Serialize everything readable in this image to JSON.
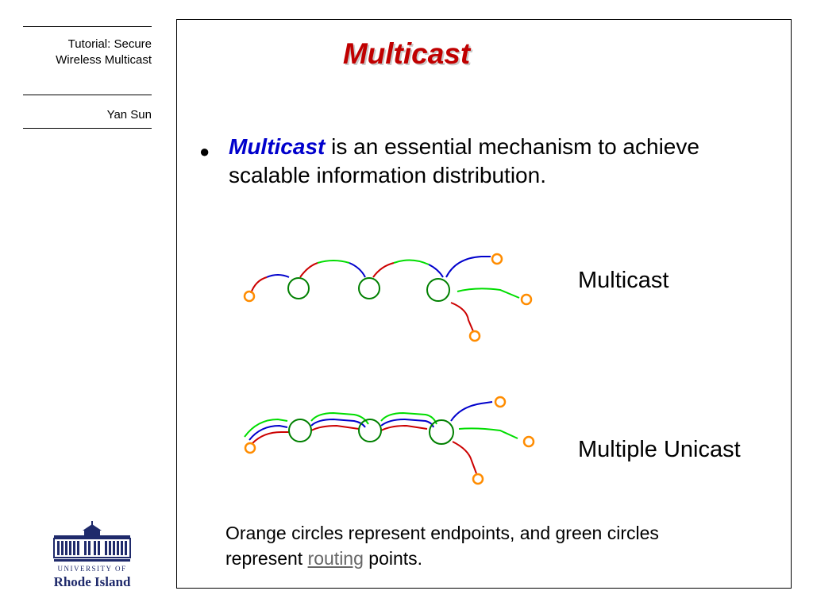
{
  "sidebar": {
    "title_line1": "Tutorial: Secure",
    "title_line2": "Wireless Multicast",
    "author": "Yan Sun",
    "logo": {
      "icon": "university-building-logo-icon",
      "line1": "UNIVERSITY OF",
      "line2": "Rhode Island",
      "color": "#1f2a6b"
    }
  },
  "slide": {
    "title": "Multicast",
    "title_color": "#c00000",
    "bullet": {
      "emphasis": "Multicast",
      "text": " is an essential mechanism to achieve scalable information distribution.",
      "emphasis_color": "#0000cc"
    },
    "diagrams": {
      "multicast_label": "Multicast",
      "unicast_label": "Multiple Unicast"
    },
    "caption": {
      "before": "Orange circles represent endpoints, and green circles represent ",
      "link": "routing",
      "after": " points."
    },
    "colors": {
      "endpoint": "#ff8c00",
      "router": "#008000",
      "link_red": "#cc0000",
      "link_blue": "#0000cc",
      "link_green": "#00dd00"
    }
  }
}
